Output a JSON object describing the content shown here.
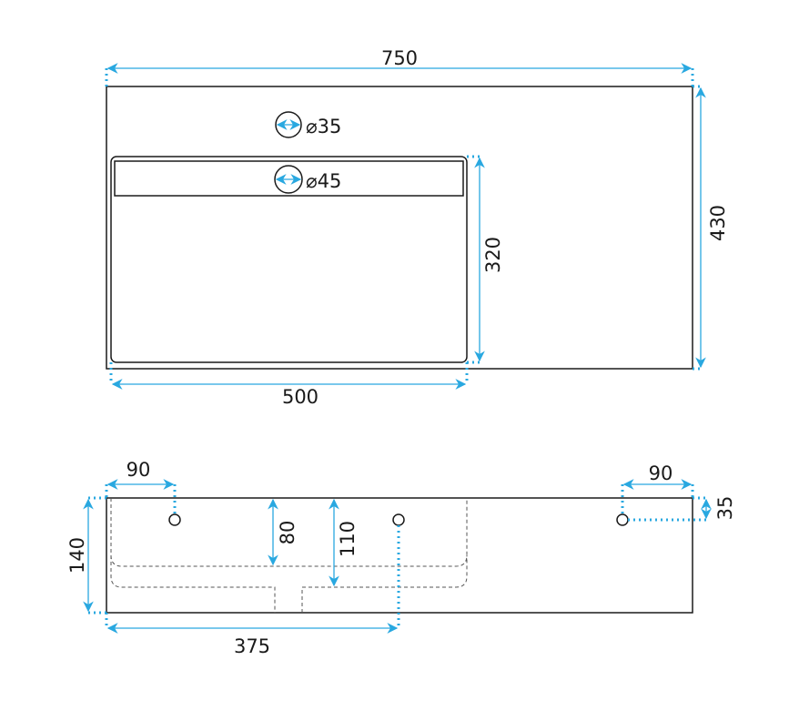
{
  "top_view": {
    "width_label": "750",
    "depth_label": "430",
    "basin_depth_label": "320",
    "basin_width_label": "500",
    "tap_hole_label": "⌀35",
    "drain_label": "⌀45"
  },
  "front_view": {
    "left_hole_offset_label": "90",
    "right_hole_offset_label": "90",
    "hole_height_label": "35",
    "height_label": "140",
    "inner_depth_label": "80",
    "total_depth_label": "110",
    "center_offset_label": "375"
  },
  "colors": {
    "dimension": "#29a8e0",
    "outline": "#1a1a1a"
  }
}
